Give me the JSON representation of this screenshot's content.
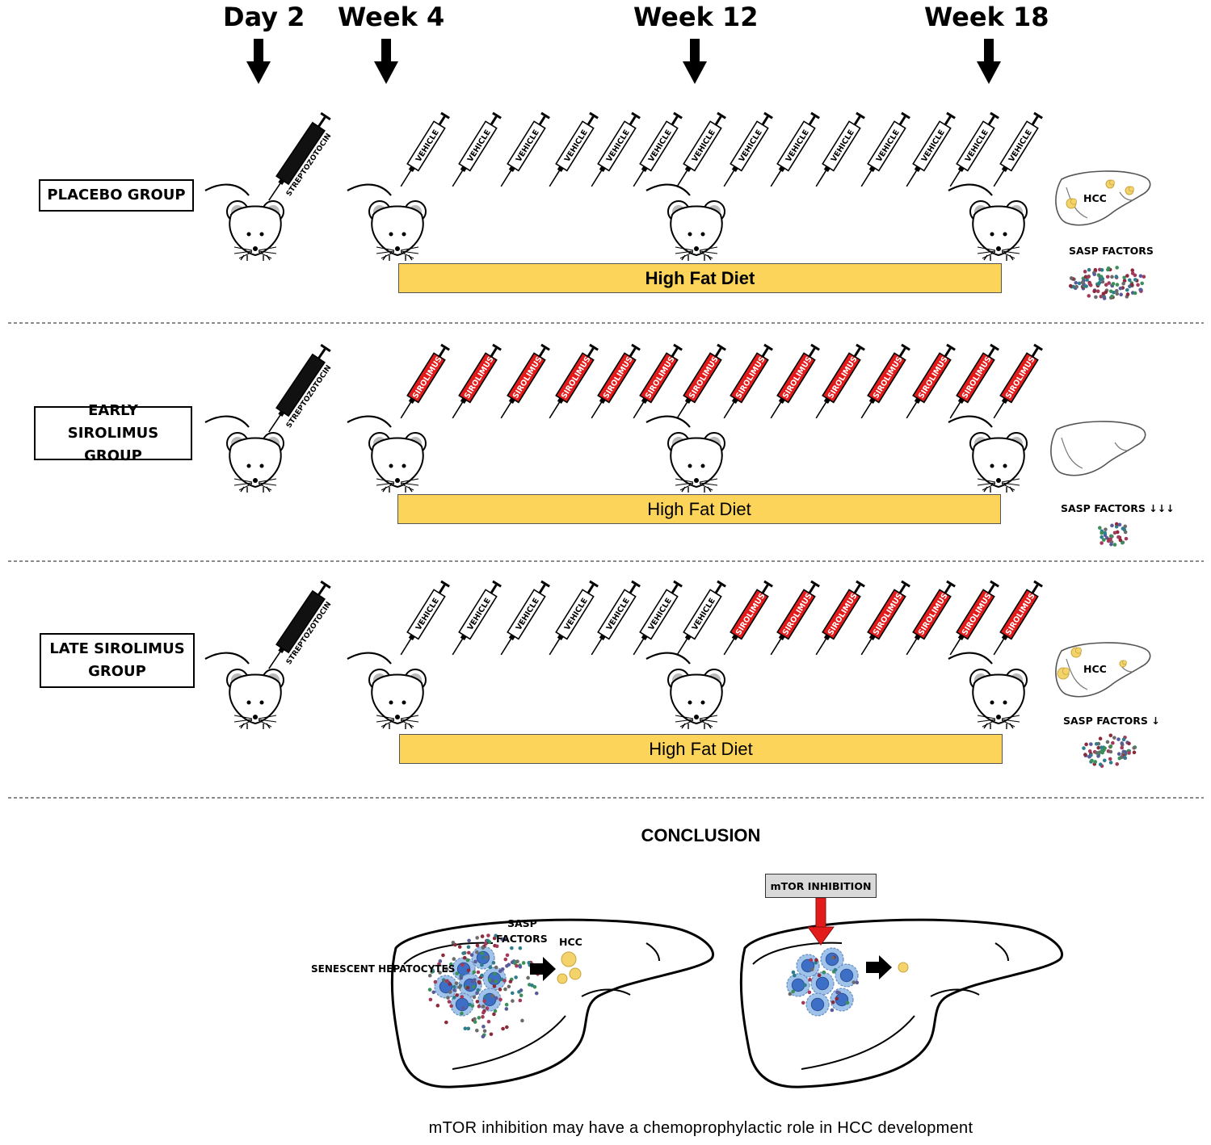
{
  "timeline": {
    "day2": "Day 2",
    "week4": "Week 4",
    "week12": "Week 12",
    "week18": "Week 18"
  },
  "groups": [
    {
      "label": "PLACEBO GROUP",
      "diet": "High Fat Diet",
      "outcome_sasp": "SASP FACTORS",
      "outcome_hcc": "HCC",
      "syringes": [
        "VEHICLE",
        "VEHICLE",
        "VEHICLE",
        "VEHICLE",
        "VEHICLE",
        "VEHICLE",
        "VEHICLE",
        "VEHICLE",
        "VEHICLE",
        "VEHICLE",
        "VEHICLE",
        "VEHICLE",
        "VEHICLE",
        "VEHICLE"
      ]
    },
    {
      "label": "EARLY SIROLIMUS GROUP",
      "diet": "High Fat Diet",
      "outcome_sasp": "SASP FACTORS ↓↓↓",
      "outcome_hcc": "",
      "syringes": [
        "SIROLIMUS",
        "SIROLIMUS",
        "SIROLIMUS",
        "SIROLIMUS",
        "SIROLIMUS",
        "SIROLIMUS",
        "SIROLIMUS",
        "SIROLIMUS",
        "SIROLIMUS",
        "SIROLIMUS",
        "SIROLIMUS",
        "SIROLIMUS",
        "SIROLIMUS",
        "SIROLIMUS"
      ]
    },
    {
      "label": "LATE SIROLIMUS GROUP",
      "diet": "High Fat Diet",
      "outcome_sasp": "SASP FACTORS ↓",
      "outcome_hcc": "HCC",
      "syringes": [
        "VEHICLE",
        "VEHICLE",
        "VEHICLE",
        "VEHICLE",
        "VEHICLE",
        "VEHICLE",
        "VEHICLE",
        "SIROLIMUS",
        "SIROLIMUS",
        "SIROLIMUS",
        "SIROLIMUS",
        "SIROLIMUS",
        "SIROLIMUS",
        "SIROLIMUS"
      ]
    }
  ],
  "streptozotocin": "STREPTOZOTOCIN",
  "conclusion": {
    "title": "CONCLUSION",
    "senescent": "SENESCENT HEPATOCYTES",
    "sasp_line1": "SASP",
    "sasp_line2": "FACTORS",
    "hcc": "HCC",
    "mtor": "mTOR INHIBITION",
    "footer": "mTOR inhibition may have a chemoprophylactic role in HCC development"
  },
  "colors": {
    "diet_bar": "#fcd45a",
    "sirolimus": "#e31b1b",
    "tumor": "#f4d36b",
    "hepatocyte": "#9fc3ea",
    "nucleus": "#3d6fc6"
  }
}
